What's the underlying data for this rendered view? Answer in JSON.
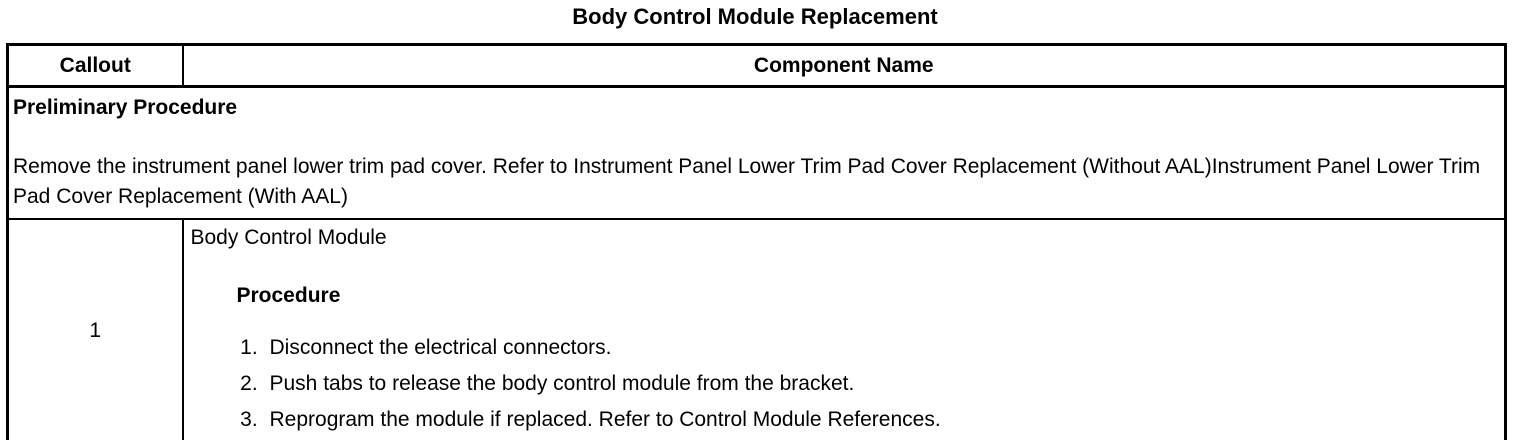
{
  "page": {
    "title": "Body Control Module Replacement"
  },
  "colors": {
    "text": "#000000",
    "border": "#000000",
    "background": "#ffffff"
  },
  "table": {
    "headers": {
      "callout": "Callout",
      "component_name": "Component Name"
    },
    "preliminary": {
      "heading": "Preliminary Procedure",
      "body": "Remove the instrument panel lower trim pad cover. Refer to Instrument Panel Lower Trim Pad Cover Replacement (Without AAL)Instrument Panel Lower Trim Pad Cover Replacement (With AAL)"
    },
    "rows": [
      {
        "callout": "1",
        "component_name": "Body Control Module",
        "procedure_heading": "Procedure",
        "steps": [
          "Disconnect the electrical connectors.",
          "Push tabs to release the body control module from the bracket.",
          "Reprogram the module if replaced. Refer to Control Module References."
        ]
      }
    ]
  }
}
